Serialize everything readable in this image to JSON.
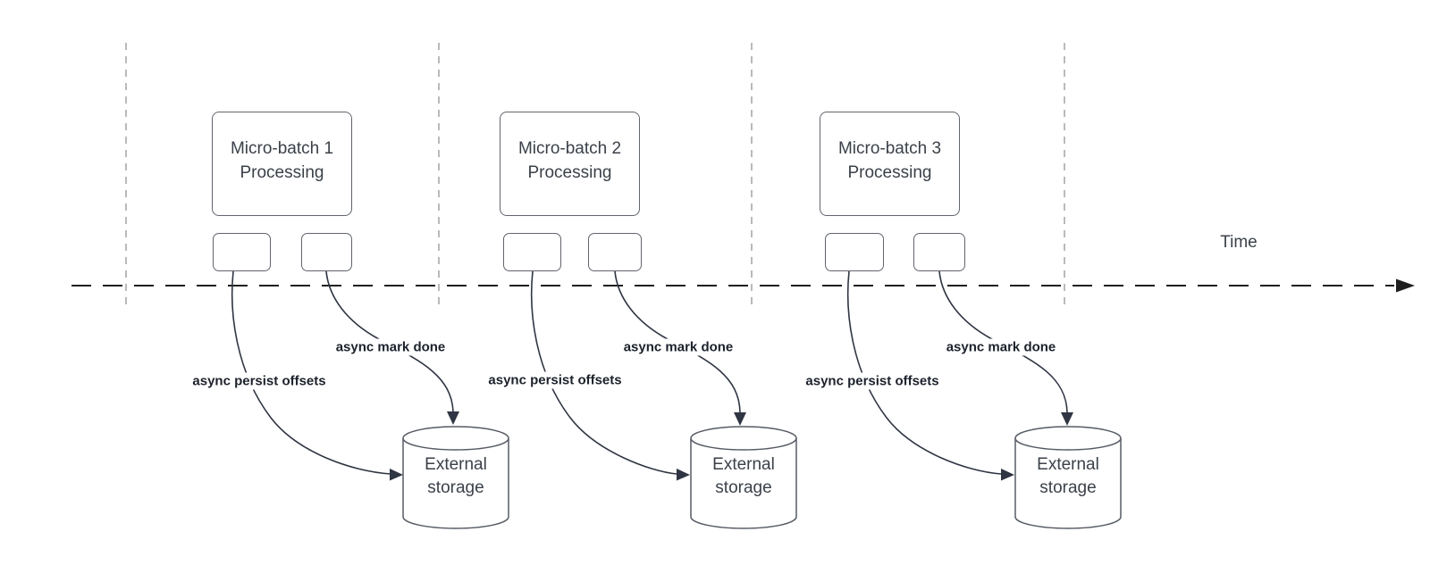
{
  "time_axis": {
    "label": "Time"
  },
  "columns": [
    {
      "process_label": "Micro-batch 1\nProcessing",
      "persist_arrow_label": "async persist offsets",
      "mark_done_arrow_label": "async mark done",
      "storage_label": "External\nstorage"
    },
    {
      "process_label": "Micro-batch 2\nProcessing",
      "persist_arrow_label": "async persist offsets",
      "mark_done_arrow_label": "async mark done",
      "storage_label": "External\nstorage"
    },
    {
      "process_label": "Micro-batch 3\nProcessing",
      "persist_arrow_label": "async persist offsets",
      "mark_done_arrow_label": "async mark done",
      "storage_label": "External\nstorage"
    }
  ],
  "colors": {
    "background": "#ffffff",
    "arrow_stroke": "#2f3542",
    "timeline_stroke": "#1f1f1f",
    "gridline_stroke": "#a9a9a9",
    "shape_border": "#61656d",
    "label_text": "#1c212b",
    "shape_text": "#3b4149"
  }
}
